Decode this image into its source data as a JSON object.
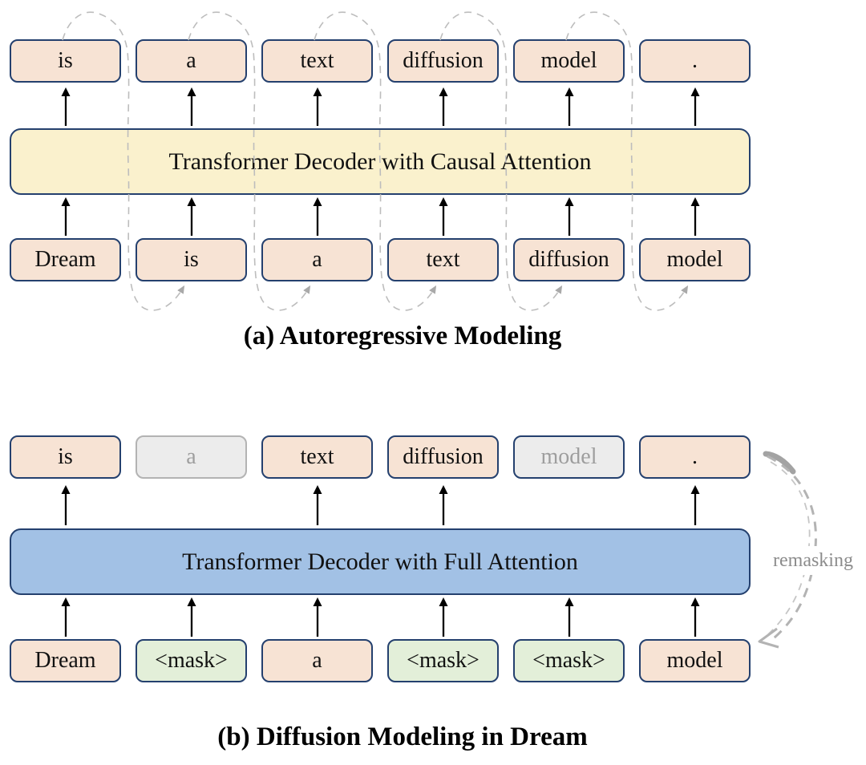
{
  "figure": {
    "description_labels": {
      "panel_a_caption": "(a) Autoregressive Modeling",
      "panel_b_caption": "(b) Diffusion Modeling in Dream"
    }
  },
  "panel_a": {
    "caption": "(a) Autoregressive Modeling",
    "decoder_label": "Transformer Decoder with Causal Attention",
    "output_tokens": [
      {
        "text": "is"
      },
      {
        "text": "a"
      },
      {
        "text": "text"
      },
      {
        "text": "diffusion"
      },
      {
        "text": "model"
      },
      {
        "text": "."
      }
    ],
    "input_tokens": [
      {
        "text": "Dream"
      },
      {
        "text": "is"
      },
      {
        "text": "a"
      },
      {
        "text": "text"
      },
      {
        "text": "diffusion"
      },
      {
        "text": "model"
      }
    ]
  },
  "panel_b": {
    "caption": "(b) Diffusion Modeling in Dream",
    "decoder_label": "Transformer Decoder with Full Attention",
    "remasking_label": "remasking",
    "output_tokens": [
      {
        "text": "is",
        "state": "unmasked"
      },
      {
        "text": "a",
        "state": "remasked"
      },
      {
        "text": "text",
        "state": "unmasked"
      },
      {
        "text": "diffusion",
        "state": "unmasked"
      },
      {
        "text": "model",
        "state": "remasked"
      },
      {
        "text": ".",
        "state": "unmasked"
      }
    ],
    "input_tokens": [
      {
        "text": "Dream",
        "state": "given"
      },
      {
        "text": "<mask>",
        "state": "mask"
      },
      {
        "text": "a",
        "state": "given"
      },
      {
        "text": "<mask>",
        "state": "mask"
      },
      {
        "text": "<mask>",
        "state": "mask"
      },
      {
        "text": "model",
        "state": "given"
      }
    ]
  },
  "palette": {
    "token_fill_peach": "#f7e3d4",
    "token_fill_green": "#e3efd9",
    "token_fill_gray": "#ececec",
    "decoder_fill_yellow": "#faf1cd",
    "decoder_fill_blue": "#a2c1e5",
    "border_navy": "#24406e",
    "border_gray": "#b3b3b3",
    "muted_text_gray": "#9e9e9e",
    "dashed_connector_gray": "#bdbdbd",
    "arrow_black": "#000000"
  }
}
